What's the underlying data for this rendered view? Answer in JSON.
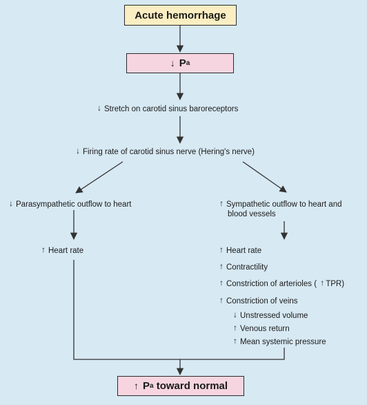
{
  "colors": {
    "background": "#d7e9f3",
    "top_box": "#fbeec2",
    "pink_box": "#f6d5e0",
    "line": "#333333"
  },
  "top_box": {
    "text": "Acute hemorrhage"
  },
  "pa_box": {
    "arrow": "↓",
    "text": "P",
    "sub": "a"
  },
  "stretch": {
    "arrow": "↓",
    "text": "Stretch on carotid sinus baroreceptors"
  },
  "firing": {
    "arrow": "↓",
    "text": "Firing rate of carotid sinus nerve (Hering's nerve)"
  },
  "left_branch": {
    "outflow": {
      "arrow": "↓",
      "text": "Parasympathetic outflow to heart"
    },
    "heart_rate": {
      "arrow": "↑",
      "text": "Heart rate"
    }
  },
  "right_branch": {
    "outflow": {
      "arrow": "↑",
      "line1": "Sympathetic outflow to heart and",
      "line2": "blood vessels"
    },
    "effects": [
      {
        "arrow": "↑",
        "text": "Heart rate"
      },
      {
        "arrow": "↑",
        "text": "Contractility"
      },
      {
        "arrow": "↑",
        "text": "Constriction of arterioles (",
        "arrow2": "↑",
        "text2": "TPR)"
      },
      {
        "arrow": "↑",
        "text": "Constriction of veins"
      },
      {
        "arrow": "↓",
        "text": "Unstressed volume"
      },
      {
        "arrow": "↑",
        "text": "Venous return"
      },
      {
        "arrow": "↑",
        "text": "Mean systemic pressure"
      }
    ]
  },
  "result_box": {
    "arrow": "↑",
    "text": "P",
    "sub": "a",
    "suffix": " toward normal"
  }
}
